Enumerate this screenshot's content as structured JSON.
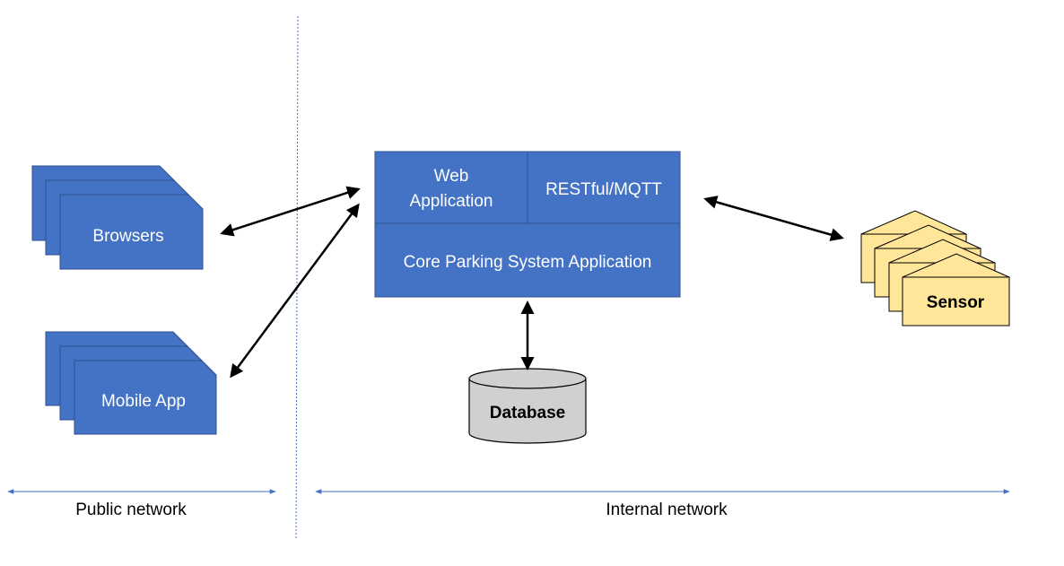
{
  "diagram": {
    "clients": {
      "browsers_label": "Browsers",
      "mobile_label": "Mobile App"
    },
    "server": {
      "web_app_line1": "Web",
      "web_app_line2": "Application",
      "api_label": "RESTful/MQTT",
      "core_label": "Core Parking System Application"
    },
    "database_label": "Database",
    "sensor_label": "Sensor",
    "zones": {
      "public": "Public network",
      "internal": "Internal network"
    }
  },
  "colors": {
    "blue_fill": "#4472c4",
    "blue_stroke": "#2f528f",
    "sensor_fill": "#ffe699",
    "sensor_stroke": "#000000",
    "db_fill": "#d0d0d0",
    "zone_line": "#4472c4",
    "arrow": "#000000"
  }
}
